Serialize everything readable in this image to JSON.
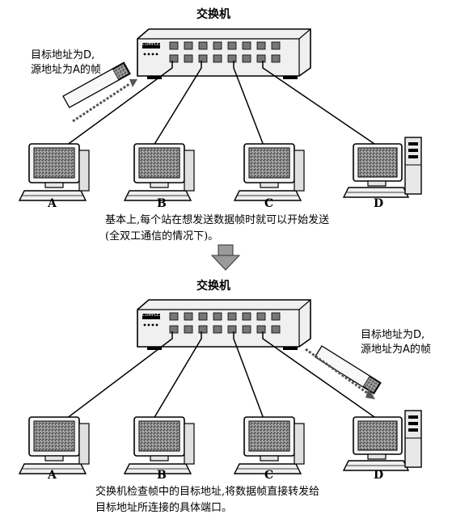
{
  "top": {
    "switch_label": "交换机",
    "frame_label_line1": "目标地址为D,",
    "frame_label_line2": "源地址为A的帧",
    "stations": [
      "A",
      "B",
      "C",
      "D"
    ],
    "caption_line1": "基本上,每个站在想发送数据帧时就可以开始发送",
    "caption_line2": "(全双工通信的情况下)。"
  },
  "bottom": {
    "switch_label": "交换机",
    "frame_label_line1": "目标地址为D,",
    "frame_label_line2": "源地址为A的帧",
    "stations": [
      "A",
      "B",
      "C",
      "D"
    ],
    "caption_line1": "交换机检查帧中的目标地址,将数据帧直接转发给",
    "caption_line2": "目标地址所连接的具体端口。"
  },
  "switch_brand_text": "COMPLEX",
  "colors": {
    "ink": "#000000",
    "case": "#e6e6e6",
    "screen": "#7a7a7a",
    "arrow": "#555555"
  },
  "icons": [
    "network-switch-icon",
    "computer-icon",
    "frame-packet-icon",
    "down-arrow-icon"
  ]
}
